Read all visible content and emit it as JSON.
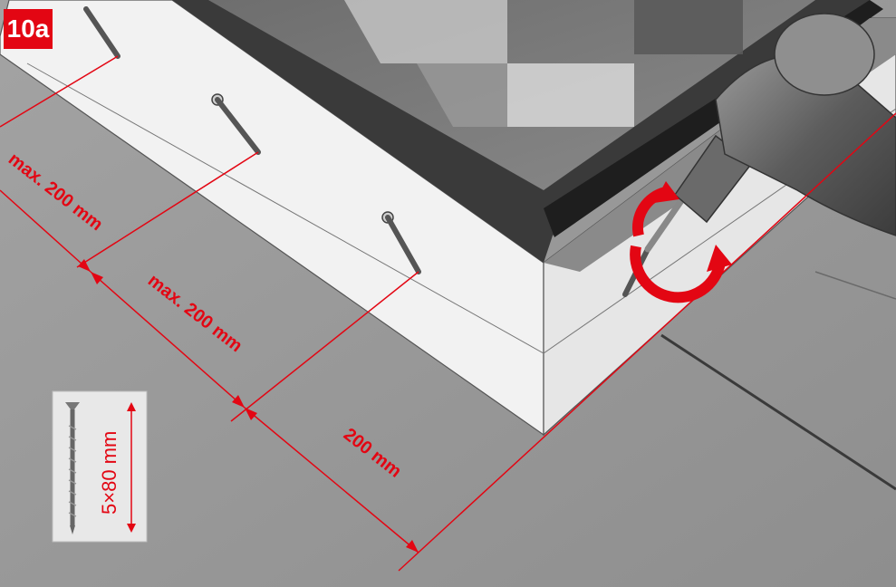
{
  "step": {
    "number": "10a",
    "badge_color": "#e30613"
  },
  "dimensions": {
    "spacing_1": "max. 200 mm",
    "spacing_2": "max. 200 mm",
    "edge_distance": "200 mm",
    "line_color": "#e30613"
  },
  "screw": {
    "size_label": "5×80 mm"
  },
  "icons": [
    "power-drill-icon",
    "rotation-arrow-icon",
    "screw-icon"
  ]
}
